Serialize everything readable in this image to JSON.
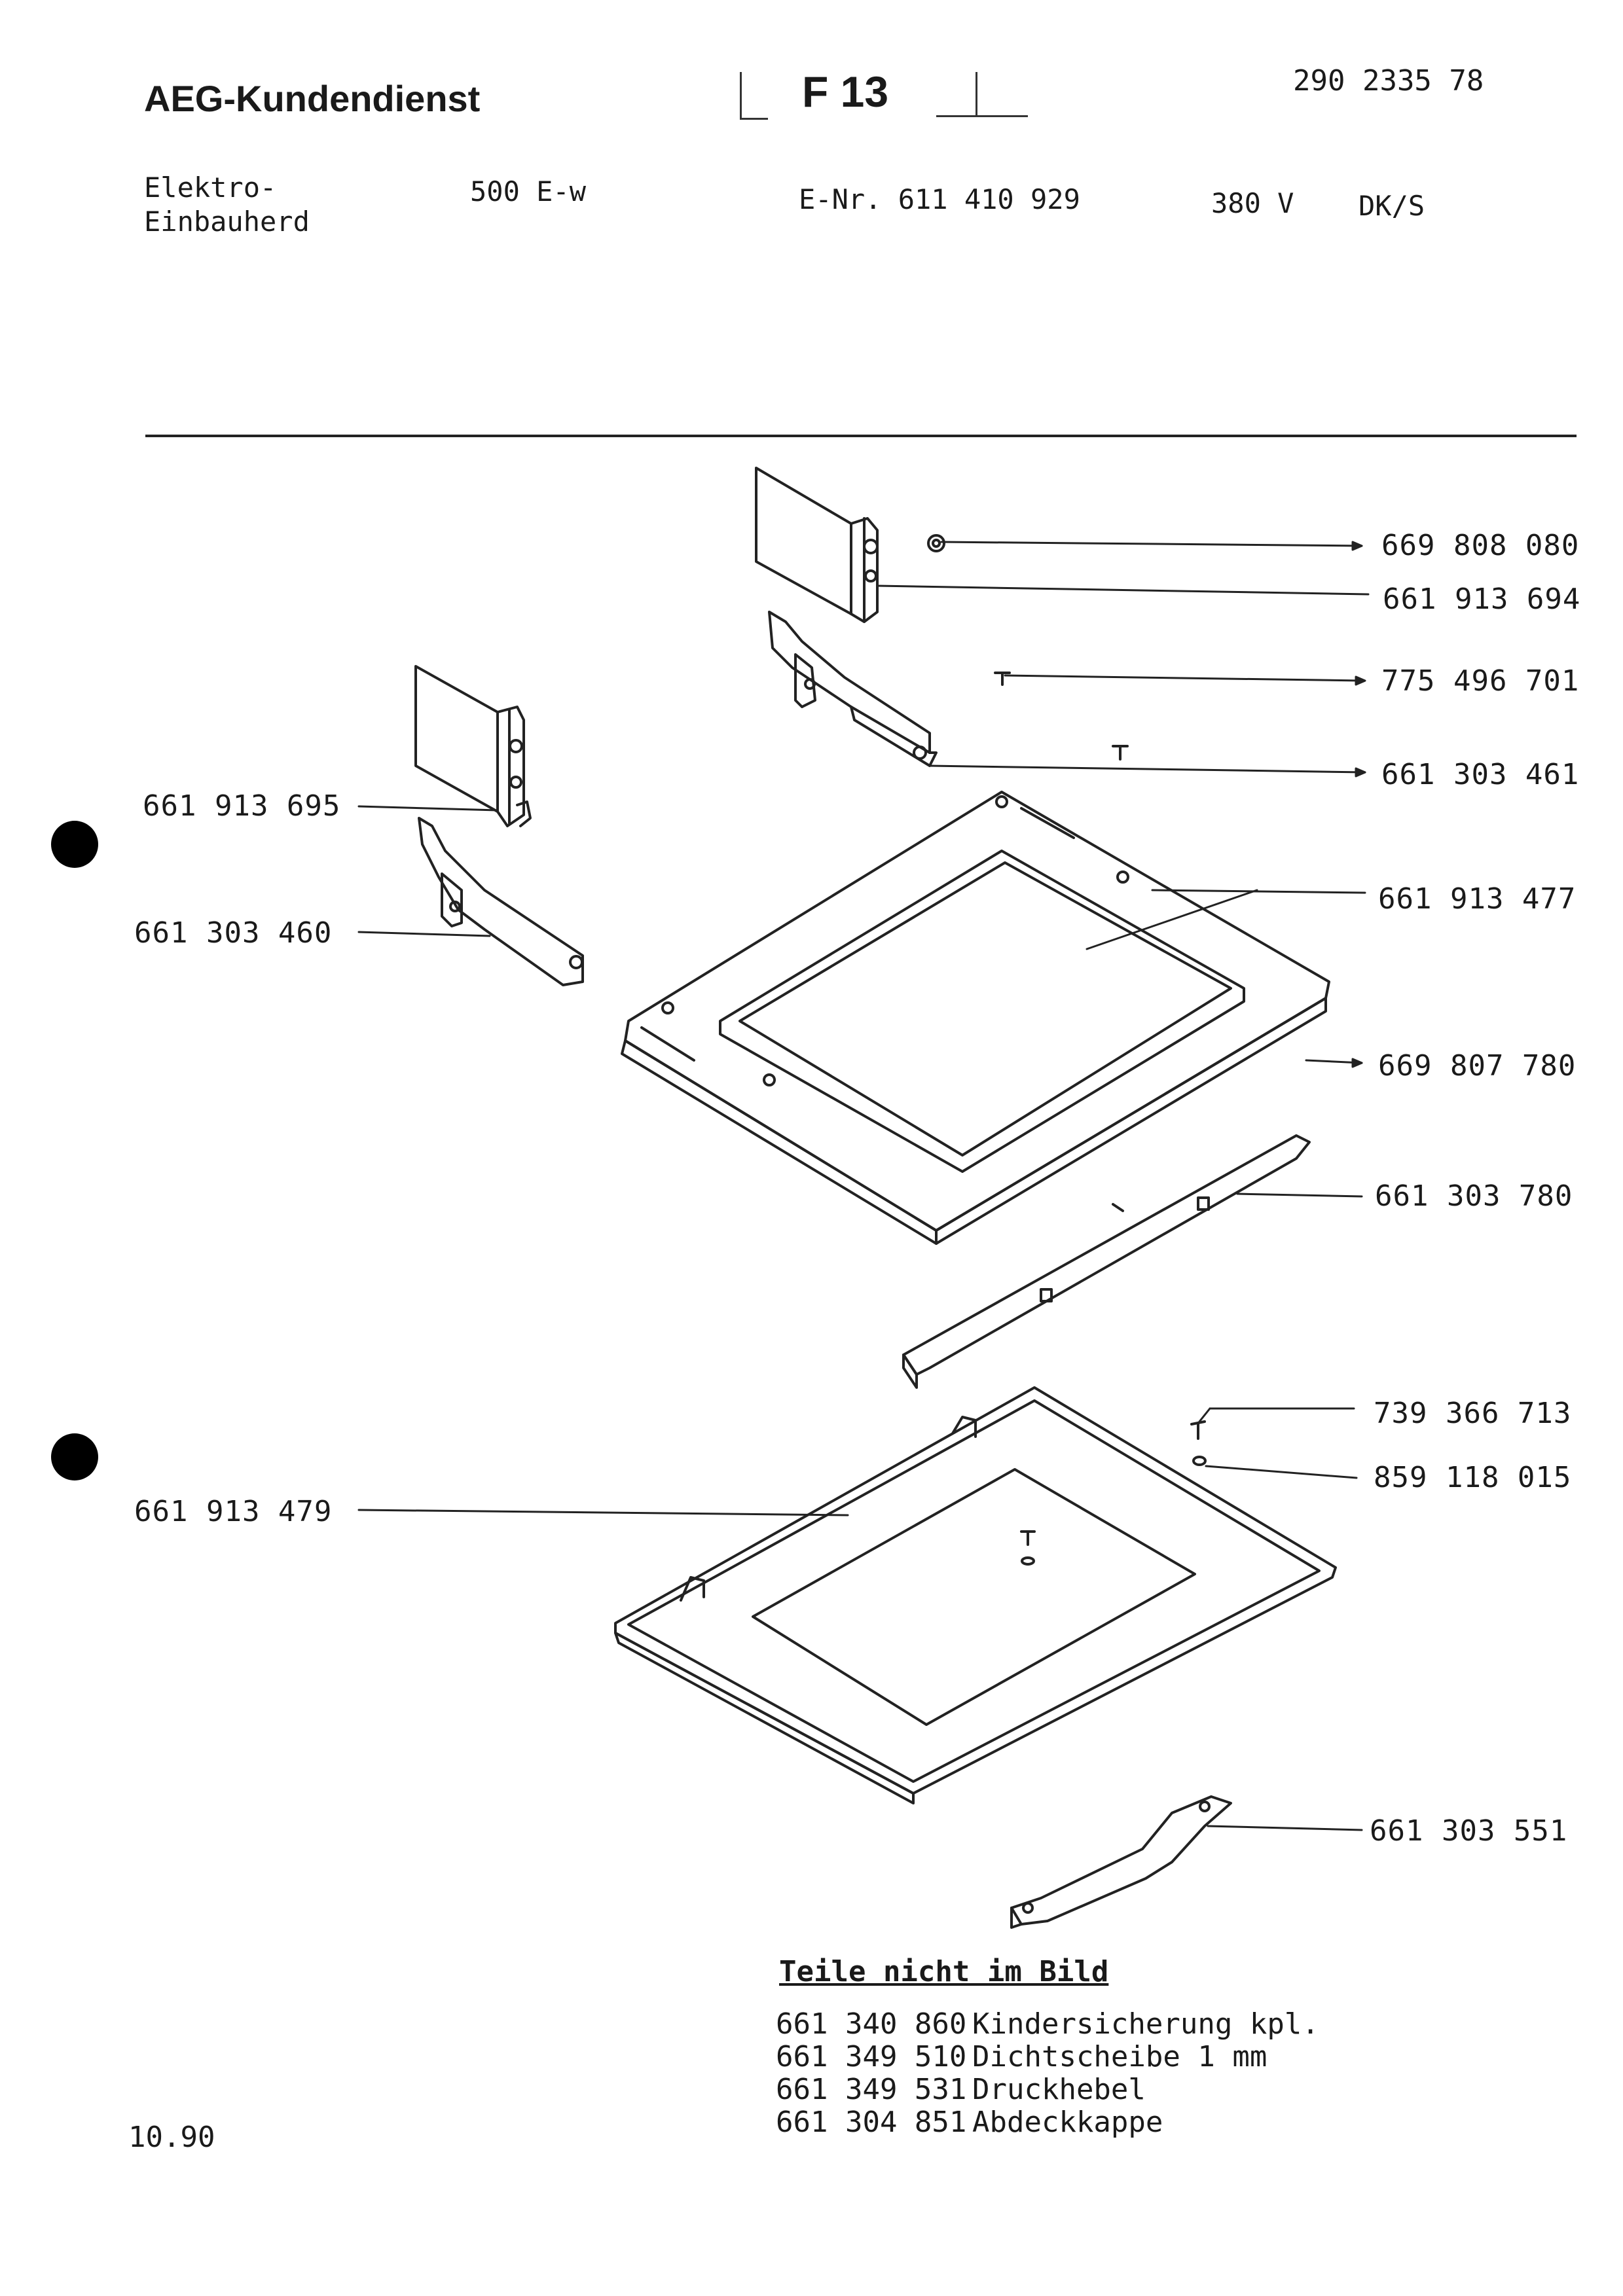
{
  "header": {
    "brand": "AEG-Kundendienst",
    "section": "F 13",
    "doc_number": "290 2335 78",
    "product_line1": "Elektro-",
    "product_line2": "Einbauherd",
    "model": "500 E-w",
    "e_number": "E-Nr. 611 410 929",
    "voltage": "380 V",
    "variant": "DK/S"
  },
  "parts": [
    {
      "number": "669 808 080"
    },
    {
      "number": "661 913 694"
    },
    {
      "number": "775 496 701"
    },
    {
      "number": "661 303 461"
    },
    {
      "number": "661 913 695"
    },
    {
      "number": "661 303 460"
    },
    {
      "number": "661 913 477"
    },
    {
      "number": "669 807 780"
    },
    {
      "number": "661 303 780"
    },
    {
      "number": "739 366 713"
    },
    {
      "number": "859 118 015"
    },
    {
      "number": "661 913 479"
    },
    {
      "number": "661 303 551"
    }
  ],
  "not_pictured": {
    "heading": "Teile nicht im Bild",
    "items": [
      {
        "number": "661 340 860",
        "description": "Kindersicherung kpl."
      },
      {
        "number": "661 349 510",
        "description": "Dichtscheibe 1 mm"
      },
      {
        "number": "661 349 531",
        "description": "Druckhebel"
      },
      {
        "number": "661 304 851",
        "description": "Abdeckkappe"
      }
    ]
  },
  "footer": {
    "date": "10.90"
  }
}
